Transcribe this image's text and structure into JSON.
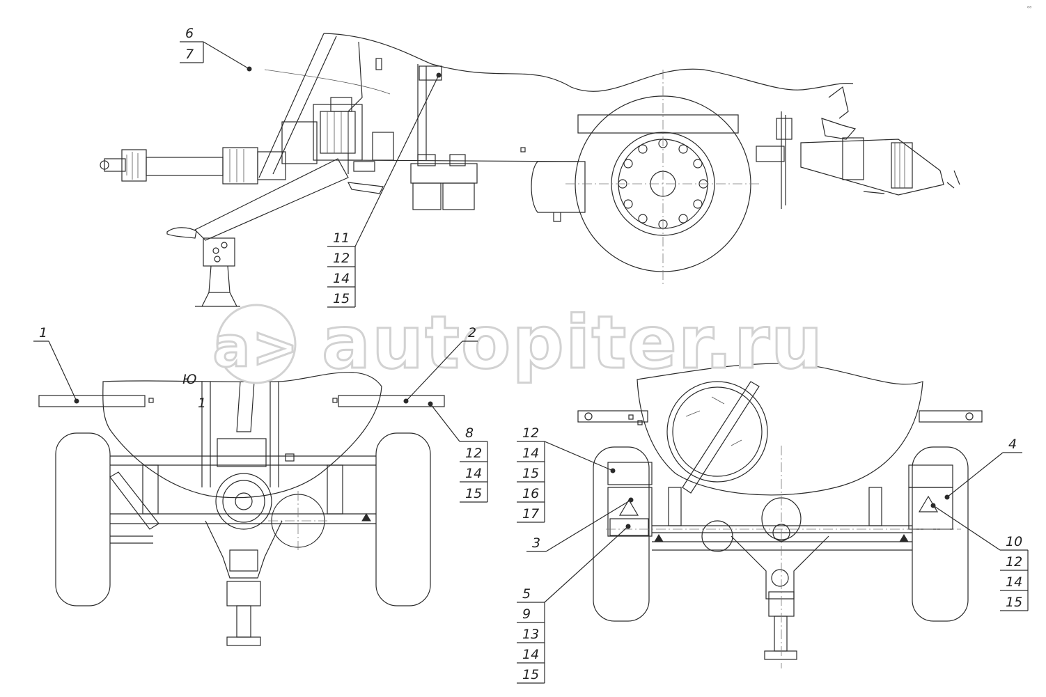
{
  "watermark": {
    "text": "autopiter.ru",
    "logo_text": "a>"
  },
  "corner_mark": "ᵒᵒ",
  "views": {
    "side": {
      "callouts": [
        {
          "id": "c6",
          "items": [
            "6",
            "7"
          ]
        },
        {
          "id": "c11",
          "items": [
            "11",
            "12",
            "14",
            "15"
          ]
        }
      ]
    },
    "front": {
      "callouts": [
        {
          "id": "c1",
          "items": [
            "1"
          ]
        },
        {
          "id": "c2",
          "items": [
            "2"
          ]
        },
        {
          "id": "c8",
          "items": [
            "8",
            "12",
            "14",
            "15"
          ]
        }
      ]
    },
    "rear": {
      "callouts": [
        {
          "id": "c12",
          "items": [
            "12",
            "14",
            "15",
            "16",
            "17"
          ]
        },
        {
          "id": "c3",
          "items": [
            "3"
          ]
        },
        {
          "id": "c5",
          "items": [
            "5",
            "9",
            "13",
            "14",
            "15"
          ]
        },
        {
          "id": "c4",
          "items": [
            "4"
          ]
        },
        {
          "id": "c10",
          "items": [
            "10",
            "12",
            "14",
            "15"
          ]
        }
      ]
    }
  }
}
